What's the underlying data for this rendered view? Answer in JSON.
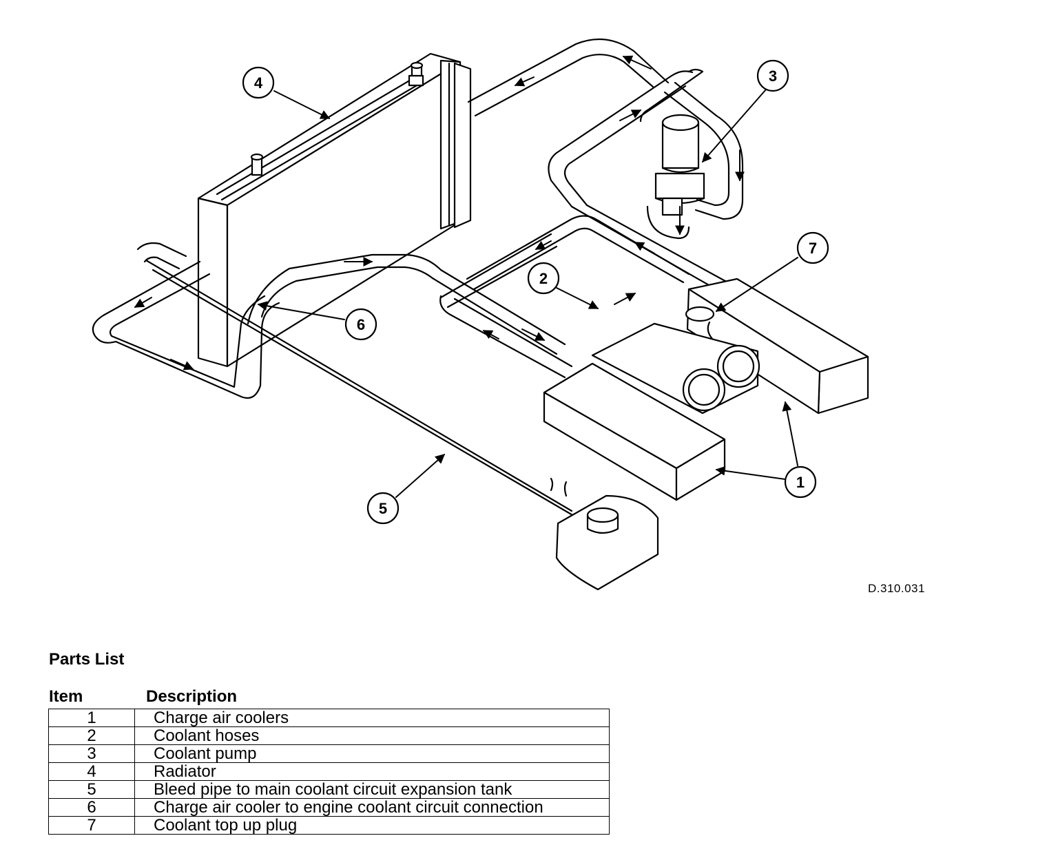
{
  "diagram": {
    "reference_code": "D.310.031",
    "callouts": [
      "1",
      "2",
      "3",
      "4",
      "5",
      "6",
      "7"
    ]
  },
  "parts_list": {
    "title": "Parts List",
    "headers": {
      "item": "Item",
      "description": "Description"
    },
    "rows": [
      {
        "item": "1",
        "description": "Charge air coolers"
      },
      {
        "item": "2",
        "description": "Coolant hoses"
      },
      {
        "item": "3",
        "description": "Coolant pump"
      },
      {
        "item": "4",
        "description": "Radiator"
      },
      {
        "item": "5",
        "description": "Bleed pipe to main coolant circuit expansion tank"
      },
      {
        "item": "6",
        "description": "Charge air cooler to engine coolant circuit connection"
      },
      {
        "item": "7",
        "description": "Coolant top up plug"
      }
    ]
  }
}
